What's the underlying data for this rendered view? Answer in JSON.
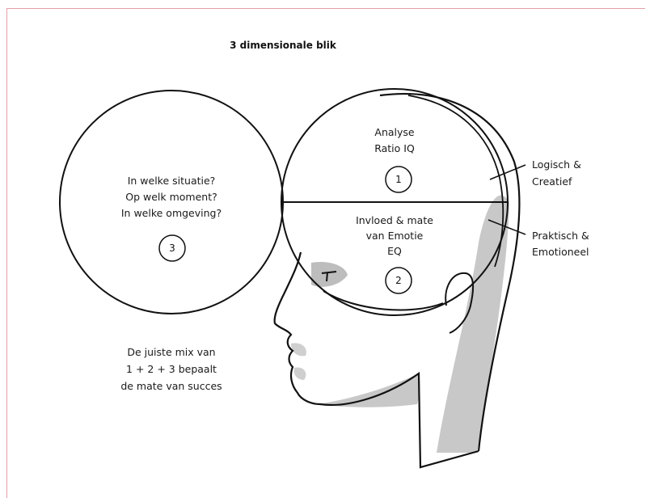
{
  "title": "3 dimensionale blik",
  "upper_zone": {
    "line1": "Analyse",
    "line2": "Ratio IQ",
    "number": "1"
  },
  "lower_zone": {
    "line1": "Invloed & mate",
    "line2": "van Emotie",
    "line3": "EQ",
    "number": "2"
  },
  "context_circle": {
    "line1": "In welke situatie?",
    "line2": "Op welk moment?",
    "line3": "In welke omgeving?",
    "number": "3"
  },
  "callout_top": {
    "line1": "Logisch &",
    "line2": "Creatief"
  },
  "callout_bottom": {
    "line1": "Praktisch &",
    "line2": "Emotioneel"
  },
  "conclusion": {
    "line1": "De juiste mix van",
    "line2": "1 + 2 + 3 bepaalt",
    "line3": "de mate van succes"
  },
  "colors": {
    "stroke": "#111111",
    "shade": "#c8c8c8",
    "frame": "#e4a0a8"
  }
}
